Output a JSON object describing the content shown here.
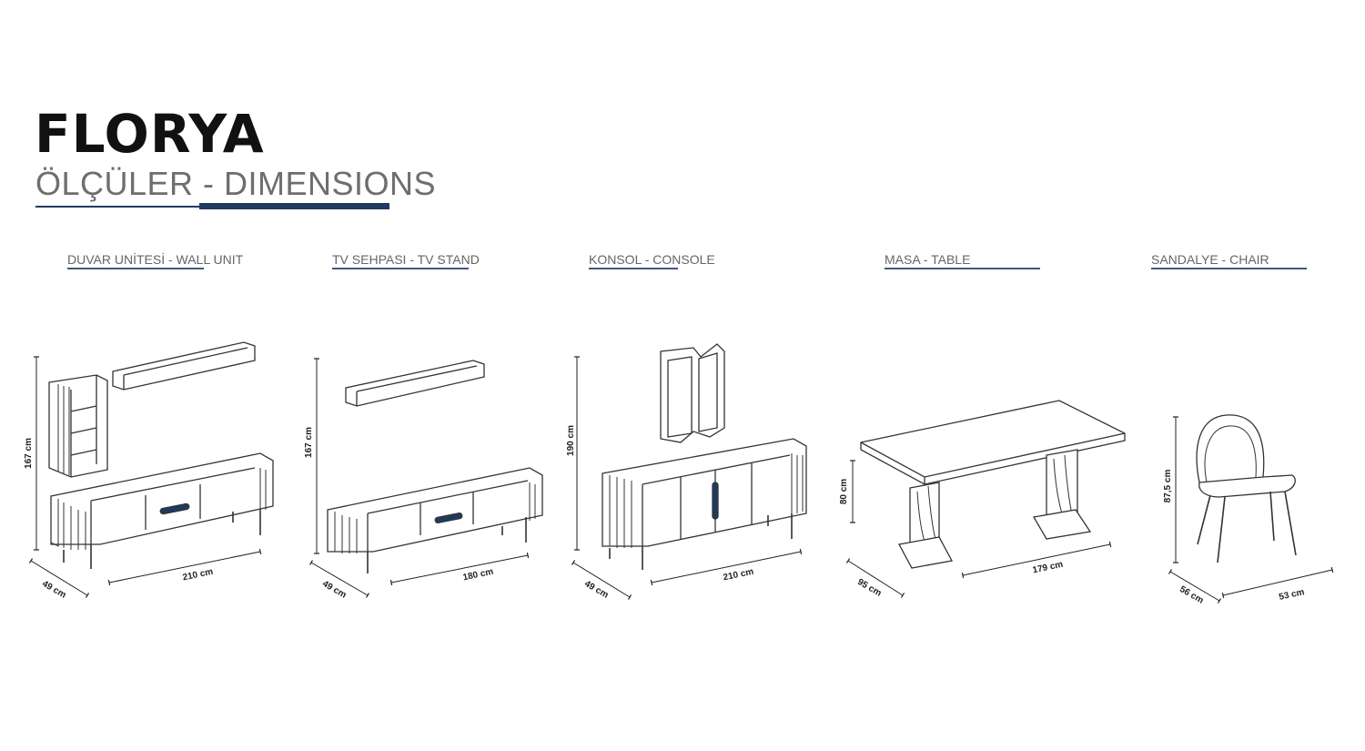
{
  "header": {
    "brand": "FLORYA",
    "subtitle": "ÖLÇÜLER - DIMENSIONS"
  },
  "sections": [
    {
      "label": "DUVAR UNİTESİ - WALL UNIT",
      "dims": {
        "height": "167 cm",
        "width": "210 cm",
        "depth": "49 cm"
      }
    },
    {
      "label": "TV SEHPASI - TV STAND",
      "dims": {
        "height": "167 cm",
        "width": "180 cm",
        "depth": "49 cm"
      }
    },
    {
      "label": "KONSOL - CONSOLE",
      "dims": {
        "height": "190 cm",
        "width": "210 cm",
        "depth": "49 cm"
      }
    },
    {
      "label": "MASA - TABLE",
      "dims": {
        "height": "80 cm",
        "width": "179 cm",
        "depth": "95 cm"
      }
    },
    {
      "label": "SANDALYE - CHAIR",
      "dims": {
        "height": "87,5 cm",
        "width": "53 cm",
        "depth": "56 cm"
      }
    }
  ],
  "colors": {
    "accent": "#1f3a5f",
    "rule": "#3d5a80",
    "line": "#333333"
  }
}
